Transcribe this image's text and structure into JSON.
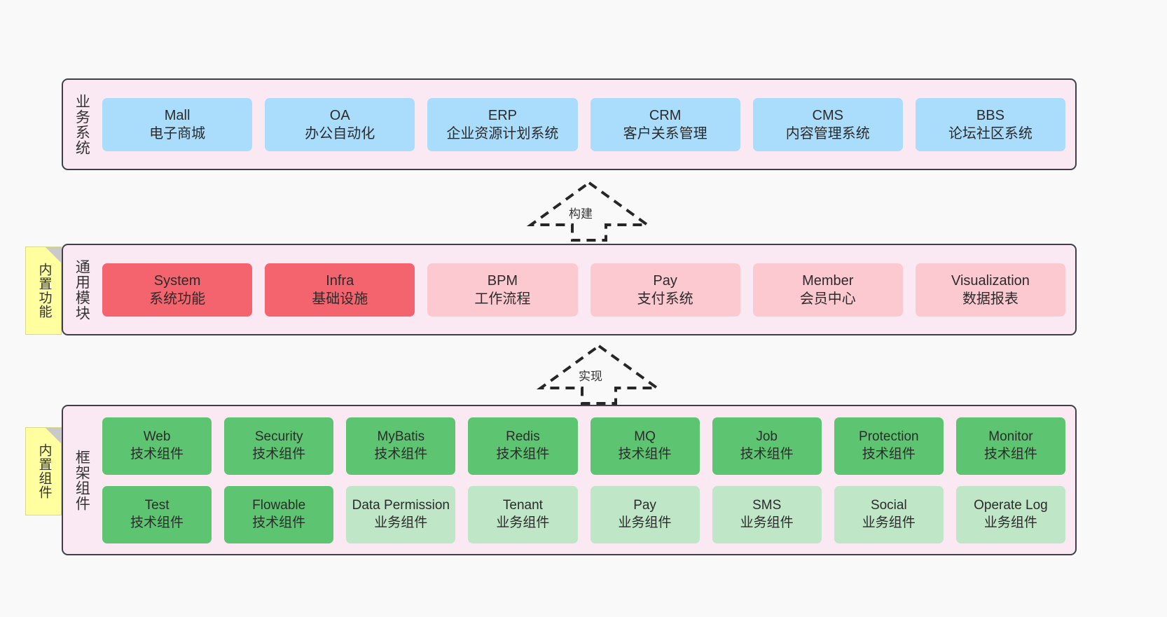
{
  "diagram": {
    "background_color": "#f9f9f9",
    "container_fill": "#fae9f3",
    "container_border": "#3f3f46"
  },
  "layers": [
    {
      "id": "business",
      "title": "业务系统",
      "sticky": null,
      "rows": [
        [
          {
            "en": "Mall",
            "cn": "电子商城",
            "color": "#aadcfb",
            "variant": "c-blue"
          },
          {
            "en": "OA",
            "cn": "办公自动化",
            "color": "#aadcfb",
            "variant": "c-blue"
          },
          {
            "en": "ERP",
            "cn": "企业资源计划系统",
            "color": "#aadcfb",
            "variant": "c-blue"
          },
          {
            "en": "CRM",
            "cn": "客户关系管理",
            "color": "#aadcfb",
            "variant": "c-blue"
          },
          {
            "en": "CMS",
            "cn": "内容管理系统",
            "color": "#aadcfb",
            "variant": "c-blue"
          },
          {
            "en": "BBS",
            "cn": "论坛社区系统",
            "color": "#aadcfb",
            "variant": "c-blue"
          }
        ]
      ]
    },
    {
      "id": "common",
      "title": "通用模块",
      "sticky": "内置功能",
      "rows": [
        [
          {
            "en": "System",
            "cn": "系统功能",
            "color": "#f4646e",
            "variant": "c-red"
          },
          {
            "en": "Infra",
            "cn": "基础设施",
            "color": "#f4646e",
            "variant": "c-red"
          },
          {
            "en": "BPM",
            "cn": "工作流程",
            "color": "#fcc9d1",
            "variant": "c-pink"
          },
          {
            "en": "Pay",
            "cn": "支付系统",
            "color": "#fcc9d1",
            "variant": "c-pink"
          },
          {
            "en": "Member",
            "cn": "会员中心",
            "color": "#fcc9d1",
            "variant": "c-pink"
          },
          {
            "en": "Visualization",
            "cn": "数据报表",
            "color": "#fcc9d1",
            "variant": "c-pink"
          }
        ]
      ]
    },
    {
      "id": "framework",
      "title": "框架组件",
      "sticky": "内置组件",
      "rows": [
        [
          {
            "en": "Web",
            "cn": "技术组件",
            "color": "#5dc571",
            "variant": "c-green-dark"
          },
          {
            "en": "Security",
            "cn": "技术组件",
            "color": "#5dc571",
            "variant": "c-green-dark"
          },
          {
            "en": "MyBatis",
            "cn": "技术组件",
            "color": "#5dc571",
            "variant": "c-green-dark"
          },
          {
            "en": "Redis",
            "cn": "技术组件",
            "color": "#5dc571",
            "variant": "c-green-dark"
          },
          {
            "en": "MQ",
            "cn": "技术组件",
            "color": "#5dc571",
            "variant": "c-green-dark"
          },
          {
            "en": "Job",
            "cn": "技术组件",
            "color": "#5dc571",
            "variant": "c-green-dark"
          },
          {
            "en": "Protection",
            "cn": "技术组件",
            "color": "#5dc571",
            "variant": "c-green-dark"
          },
          {
            "en": "Monitor",
            "cn": "技术组件",
            "color": "#5dc571",
            "variant": "c-green-dark"
          }
        ],
        [
          {
            "en": "Test",
            "cn": "技术组件",
            "color": "#5dc571",
            "variant": "c-green-dark"
          },
          {
            "en": "Flowable",
            "cn": "技术组件",
            "color": "#5dc571",
            "variant": "c-green-dark"
          },
          {
            "en": "Data Permission",
            "cn": "业务组件",
            "color": "#bfe6c7",
            "variant": "c-green-lite"
          },
          {
            "en": "Tenant",
            "cn": "业务组件",
            "color": "#bfe6c7",
            "variant": "c-green-lite"
          },
          {
            "en": "Pay",
            "cn": "业务组件",
            "color": "#bfe6c7",
            "variant": "c-green-lite"
          },
          {
            "en": "SMS",
            "cn": "业务组件",
            "color": "#bfe6c7",
            "variant": "c-green-lite"
          },
          {
            "en": "Social",
            "cn": "业务组件",
            "color": "#bfe6c7",
            "variant": "c-green-lite"
          },
          {
            "en": "Operate Log",
            "cn": "业务组件",
            "color": "#bfe6c7",
            "variant": "c-green-lite"
          }
        ]
      ]
    }
  ],
  "connectors": [
    {
      "id": "build",
      "label": "构建",
      "style": "dashed-generalization-arrow",
      "direction": "up"
    },
    {
      "id": "impl",
      "label": "实现",
      "style": "dashed-generalization-arrow",
      "direction": "up"
    }
  ]
}
